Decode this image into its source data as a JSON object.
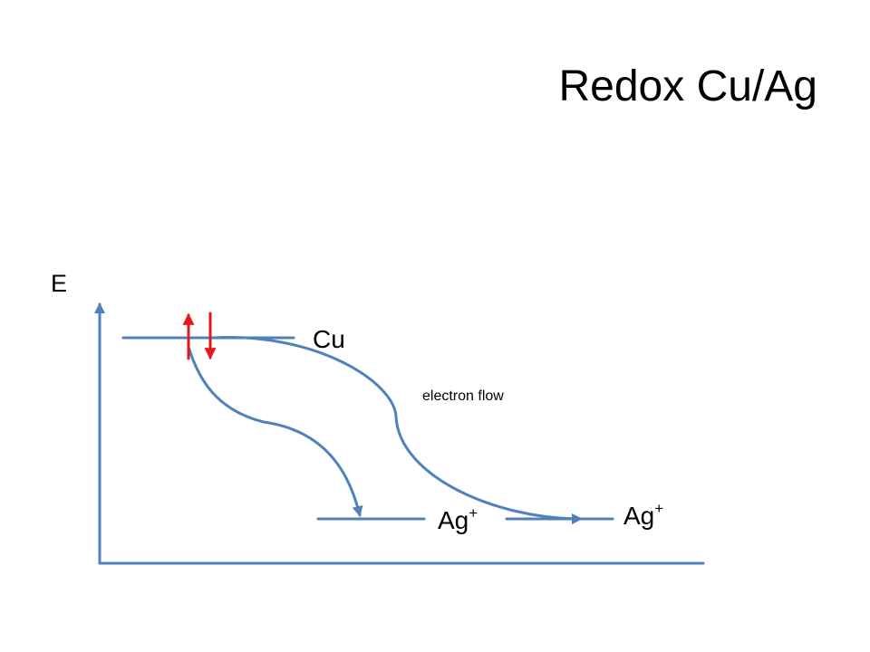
{
  "title": "Redox Cu/Ag",
  "axis": {
    "y_label": "E"
  },
  "levels": {
    "cu": {
      "label": "Cu"
    },
    "ag_left": {
      "label": "Ag",
      "superscript": "+"
    },
    "ag_right": {
      "label": "Ag",
      "superscript": "+"
    }
  },
  "annotation": {
    "electron_flow": "electron flow"
  },
  "colors": {
    "line": "#4f81bd",
    "arrow": "#e31a1c",
    "text": "#000000",
    "background": "#ffffff"
  }
}
